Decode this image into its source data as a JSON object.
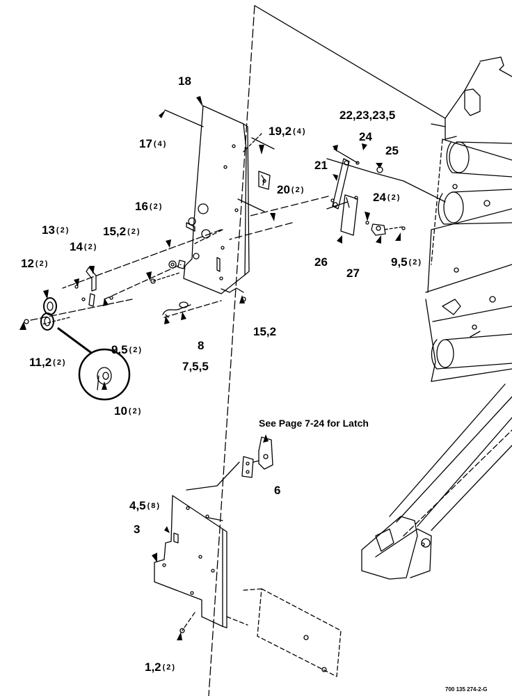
{
  "callouts": {
    "c18": "18",
    "c17": "17",
    "c17q": "(4)",
    "c19": "19,2",
    "c19q": "(4)",
    "c22": "22,23,23,5",
    "c24a": "24",
    "c25": "25",
    "c21": "21",
    "c20": "20",
    "c20q": "(2)",
    "c16": "16",
    "c16q": "(2)",
    "c24b": "24",
    "c24bq": "(2)",
    "c13": "13",
    "c13q": "(2)",
    "c14": "14",
    "c14q": "(2)",
    "c152a": "15,2",
    "c152aq": "(2)",
    "c12": "12",
    "c12q": "(2)",
    "c26": "26",
    "c27": "27",
    "c95a": "9,5",
    "c95aq": "(2)",
    "c152b": "15,2",
    "c8": "8",
    "c95b": "9,5",
    "c95bq": "(2)",
    "c755": "7,5,5",
    "c112": "11,2",
    "c112q": "(2)",
    "c10": "10",
    "c10q": "(2)",
    "c6": "6",
    "c45": "4,5",
    "c45q": "(8)",
    "c3": "3",
    "c12b": "1,2",
    "c12bq": "(2)"
  },
  "note_latch": "See Page 7-24 for Latch",
  "drawing_number": "700 135 274-2-G"
}
